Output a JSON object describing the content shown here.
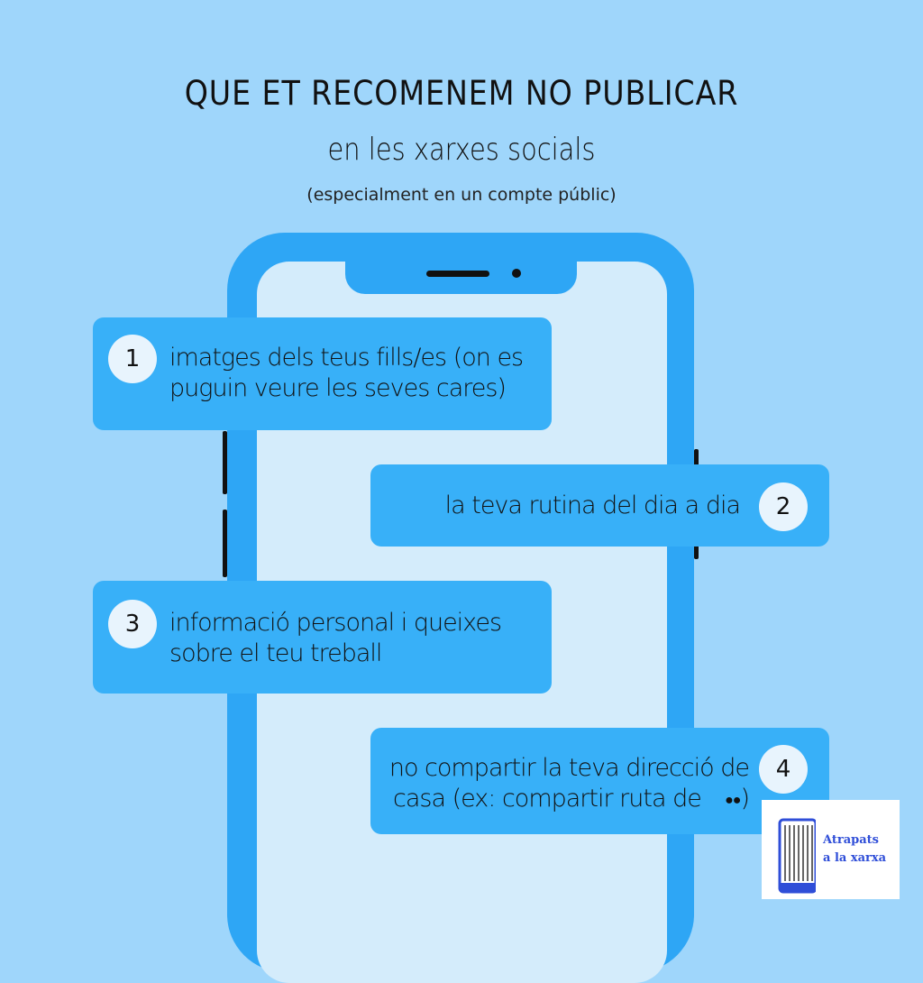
{
  "title": "QUE ET RECOMENEM NO PUBLICAR",
  "subtitle": "en les xarxes socials",
  "note": "(especialment en un compte públic)",
  "items": [
    {
      "number": "1",
      "text": "imatges dels teus fills/es (on es puguin veure les seves cares)"
    },
    {
      "number": "2",
      "text": "la teva rutina del dia a dia"
    },
    {
      "number": "3",
      "text": "informació personal i queixes sobre el teu treball"
    },
    {
      "number": "4",
      "text": "no compartir la teva direcció de casa (ex: compartir ruta de",
      "icon": "footprints-icon",
      "suffix": ")"
    }
  ],
  "logo": {
    "line1": "Atrapats",
    "line2": "a la xarxa"
  },
  "colors": {
    "background": "#9fd6fb",
    "phone": "#2ea6f5",
    "screen": "#d4ecfb",
    "bubble": "#38b0f8",
    "logo": "#2f4ed8"
  }
}
